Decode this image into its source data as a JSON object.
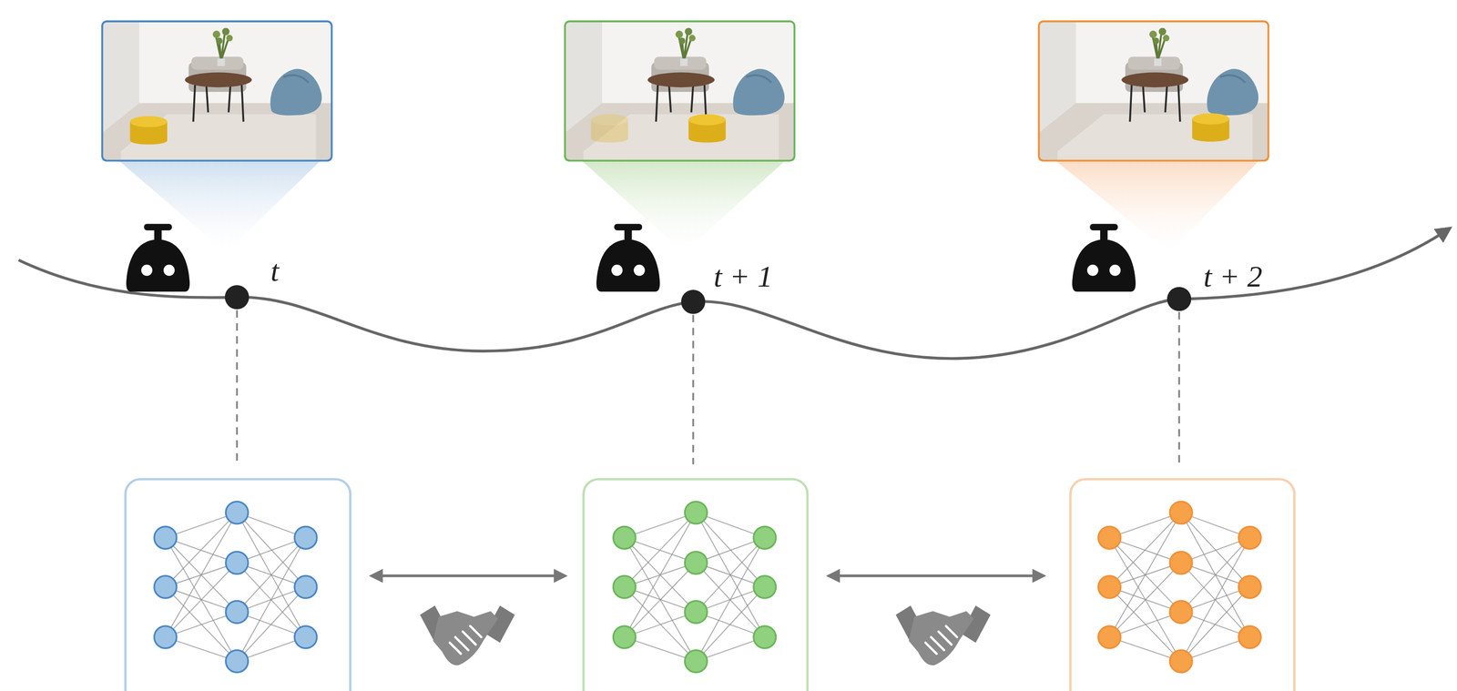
{
  "diagram": {
    "labels": [
      "t",
      "t + 1",
      "t + 2"
    ]
  }
}
